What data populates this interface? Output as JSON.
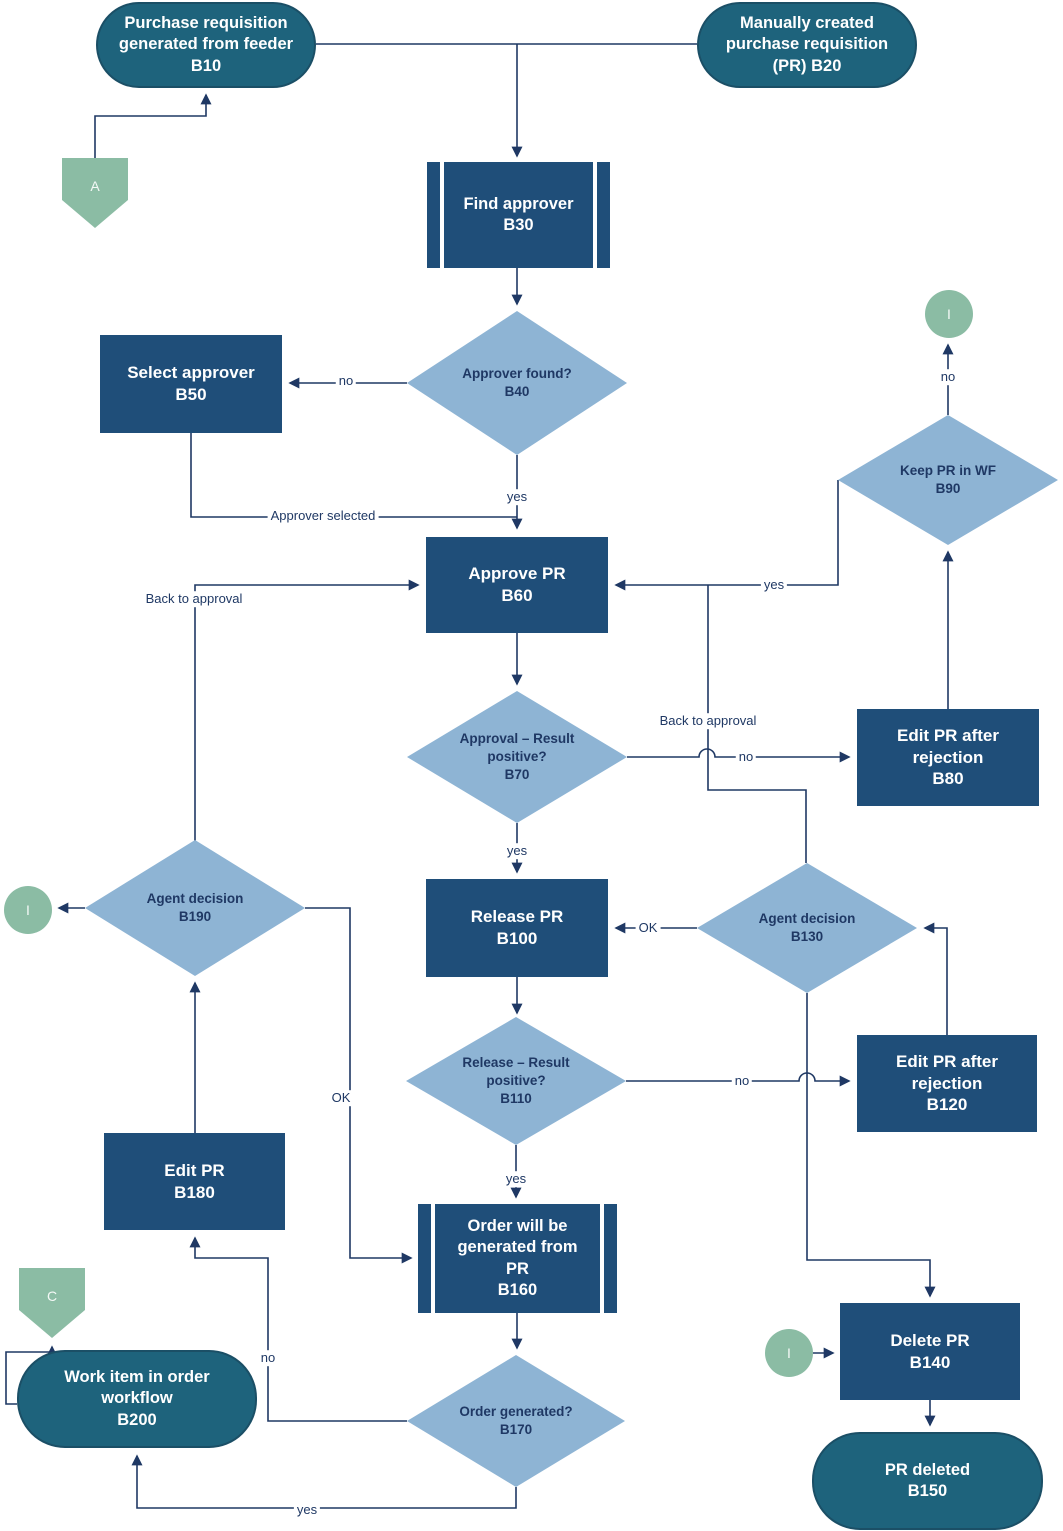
{
  "nodes": {
    "b10": {
      "label": "Purchase requisition\ngenerated from feeder\nB10"
    },
    "b20": {
      "label": "Manually created\npurchase requisition\n(PR) B20"
    },
    "b30": {
      "label": "Find approver\nB30"
    },
    "b40": {
      "label": "Approver found?\nB40"
    },
    "b50": {
      "label": "Select approver\nB50"
    },
    "b60": {
      "label": "Approve PR\nB60"
    },
    "b70": {
      "label": "Approval – Result\npositive?\nB70"
    },
    "b80": {
      "label": "Edit PR after\nrejection\nB80"
    },
    "b90": {
      "label": "Keep PR in WF\nB90"
    },
    "b100": {
      "label": "Release PR\nB100"
    },
    "b110": {
      "label": "Release – Result\npositive?\nB110"
    },
    "b120": {
      "label": "Edit PR after\nrejection\nB120"
    },
    "b130": {
      "label": "Agent decision\nB130"
    },
    "b140": {
      "label": "Delete PR\nB140"
    },
    "b150": {
      "label": "PR deleted\nB150"
    },
    "b160": {
      "label": "Order will be\ngenerated from\nPR\nB160"
    },
    "b170": {
      "label": "Order generated?\nB170"
    },
    "b180": {
      "label": "Edit PR\nB180"
    },
    "b190": {
      "label": "Agent decision\nB190"
    },
    "b200": {
      "label": "Work item in order\nworkflow\nB200"
    }
  },
  "connectors": {
    "a": "A",
    "c": "C",
    "i_top": "I",
    "i_left": "I",
    "i_bottom": "I"
  },
  "edge_labels": {
    "b40_no": "no",
    "b40_yes": "yes",
    "b50_to_b60": "Approver selected",
    "b190_to_b60": "Back to approval",
    "b90_yes": "yes",
    "b90_no": "no",
    "b130_to_b60": "Back to approval",
    "b70_no": "no",
    "b70_yes": "yes",
    "b130_ok": "OK",
    "b110_no": "no",
    "b110_yes": "yes",
    "b190_ok": "OK",
    "b170_no": "no",
    "b170_yes": "yes"
  },
  "colors": {
    "process_fill": "#1F4E79",
    "terminator_fill": "#1E637C",
    "terminator_border": "#1B4F66",
    "decision_fill": "#8EB4D4",
    "connector_fill": "#8BBCA4",
    "line": "#1F3864",
    "text_on_dark": "#FFFFFF",
    "background": "#FFFFFF"
  }
}
